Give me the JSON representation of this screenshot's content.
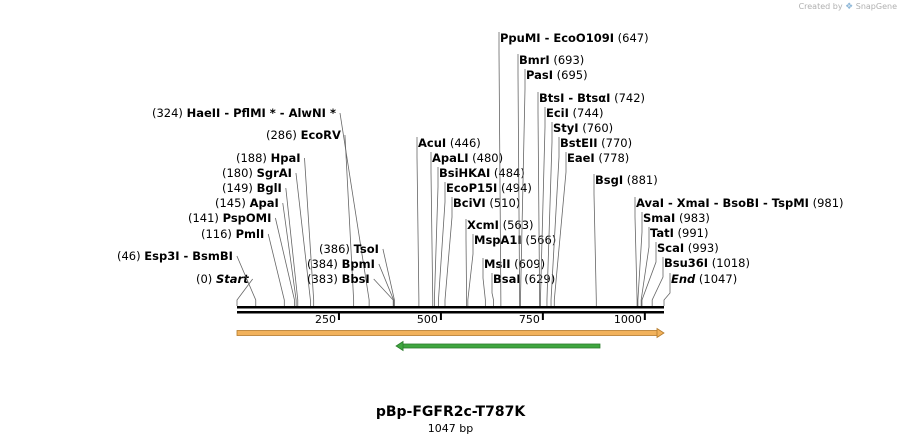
{
  "brand": {
    "created_by": "Created by",
    "logo_text": "SnapGene"
  },
  "map": {
    "title": "pBp-FGFR2c-T787K",
    "length_label": "1047 bp",
    "total_bp": 1047,
    "ticks": [
      250,
      500,
      750,
      1000
    ],
    "features": [
      {
        "name": "ampicillin-resistance-arrow",
        "start": 0,
        "end": 1047,
        "direction": "forward",
        "color": "#f2b25c"
      },
      {
        "name": "green-feature-arrow",
        "start": 390,
        "end": 890,
        "direction": "reverse",
        "color": "#3fa63f"
      }
    ],
    "sites": [
      {
        "pos_label": "(0)",
        "names": [
          "Start"
        ],
        "italic": true,
        "pos": 0
      },
      {
        "pos_label": "(46)",
        "names": [
          "Esp3I",
          "BsmBI"
        ],
        "pos": 46
      },
      {
        "pos_label": "(116)",
        "names": [
          "PmlI"
        ],
        "pos": 116
      },
      {
        "pos_label": "(141)",
        "names": [
          "PspOMI"
        ],
        "pos": 141
      },
      {
        "pos_label": "(145)",
        "names": [
          "ApaI"
        ],
        "pos": 145
      },
      {
        "pos_label": "(149)",
        "names": [
          "BglI"
        ],
        "pos": 149
      },
      {
        "pos_label": "(180)",
        "names": [
          "SgrAI"
        ],
        "pos": 180
      },
      {
        "pos_label": "(188)",
        "names": [
          "HpaI"
        ],
        "pos": 188
      },
      {
        "pos_label": "(286)",
        "names": [
          "EcoRV"
        ],
        "pos": 286
      },
      {
        "pos_label": "(324)",
        "names": [
          "HaeII",
          "PflMI *",
          "AlwNI *"
        ],
        "pos": 324
      },
      {
        "pos_label": "(383)",
        "names": [
          "BbsI"
        ],
        "pos": 383
      },
      {
        "pos_label": "(384)",
        "names": [
          "BpmI"
        ],
        "pos": 384
      },
      {
        "pos_label": "(386)",
        "names": [
          "TsoI"
        ],
        "pos": 386
      },
      {
        "pos_label": "(446)",
        "names": [
          "AcuI"
        ],
        "pos": 446
      },
      {
        "pos_label": "(480)",
        "names": [
          "ApaLI"
        ],
        "pos": 480
      },
      {
        "pos_label": "(484)",
        "names": [
          "BsiHKAI"
        ],
        "pos": 484
      },
      {
        "pos_label": "(494)",
        "names": [
          "EcoP15I"
        ],
        "pos": 494
      },
      {
        "pos_label": "(510)",
        "names": [
          "BciVI"
        ],
        "pos": 510
      },
      {
        "pos_label": "(563)",
        "names": [
          "XcmI"
        ],
        "pos": 563
      },
      {
        "pos_label": "(566)",
        "names": [
          "MspA1I"
        ],
        "pos": 566
      },
      {
        "pos_label": "(609)",
        "names": [
          "MslI"
        ],
        "pos": 609
      },
      {
        "pos_label": "(629)",
        "names": [
          "BsaI"
        ],
        "pos": 629
      },
      {
        "pos_label": "(647)",
        "names": [
          "PpuMI",
          "EcoO109I"
        ],
        "pos": 647
      },
      {
        "pos_label": "(693)",
        "names": [
          "BmrI"
        ],
        "pos": 693
      },
      {
        "pos_label": "(695)",
        "names": [
          "PasI"
        ],
        "pos": 695
      },
      {
        "pos_label": "(742)",
        "names": [
          "BtsI",
          "BtsαI"
        ],
        "pos": 742
      },
      {
        "pos_label": "(744)",
        "names": [
          "EciI"
        ],
        "pos": 744
      },
      {
        "pos_label": "(760)",
        "names": [
          "StyI"
        ],
        "pos": 760
      },
      {
        "pos_label": "(770)",
        "names": [
          "BstEII"
        ],
        "pos": 770
      },
      {
        "pos_label": "(778)",
        "names": [
          "EaeI"
        ],
        "pos": 778
      },
      {
        "pos_label": "(881)",
        "names": [
          "BsgI"
        ],
        "pos": 881
      },
      {
        "pos_label": "(981)",
        "names": [
          "AvaI",
          "XmaI",
          "BsoBI",
          "TspMI"
        ],
        "pos": 981
      },
      {
        "pos_label": "(983)",
        "names": [
          "SmaI"
        ],
        "pos": 983
      },
      {
        "pos_label": "(991)",
        "names": [
          "TatI"
        ],
        "pos": 991
      },
      {
        "pos_label": "(993)",
        "names": [
          "ScaI"
        ],
        "pos": 993
      },
      {
        "pos_label": "(1018)",
        "names": [
          "Bsu36I"
        ],
        "pos": 1018
      },
      {
        "pos_label": "(1047)",
        "names": [
          "End"
        ],
        "italic": true,
        "pos": 1047
      }
    ]
  }
}
